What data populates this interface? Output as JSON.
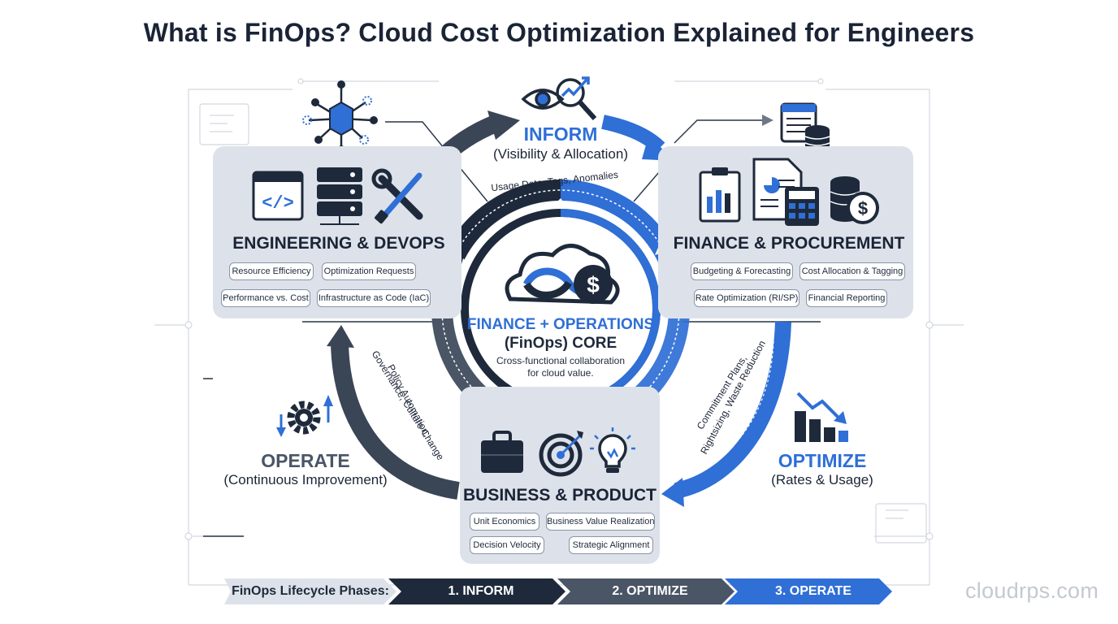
{
  "title": "What is FinOps? Cloud Cost Optimization Explained for Engineers",
  "center": {
    "line1": "FINANCE + OPERATIONS",
    "line2": "(FinOps) CORE",
    "desc1": "Cross-functional collaboration",
    "desc2": "for cloud value."
  },
  "phases": {
    "inform": {
      "title": "INFORM",
      "subtitle": "(Visibility & Allocation)",
      "arc_label": "Usage Data, Tags, Anomalies"
    },
    "optimize": {
      "title": "OPTIMIZE",
      "subtitle": "(Rates & Usage)",
      "arc_label_1": "Commitment Plans,",
      "arc_label_2": "Rightsizing, Waste Reduction"
    },
    "operate": {
      "title": "OPERATE",
      "subtitle": "(Continuous Improvement)",
      "arc_label_1": "Policy Automation,",
      "arc_label_2": "Governance, Culture Change"
    }
  },
  "teams": {
    "engineering": {
      "name": "ENGINEERING & DEVOPS",
      "tags": [
        "Resource Efficiency",
        "Optimization Requests",
        "Performance vs. Cost",
        "Infrastructure as Code (IaC)"
      ]
    },
    "finance": {
      "name": "FINANCE & PROCUREMENT",
      "tags": [
        "Budgeting & Forecasting",
        "Cost Allocation & Tagging",
        "Rate Optimization (RI/SP)",
        "Financial Reporting"
      ]
    },
    "business": {
      "name": "BUSINESS & PRODUCT",
      "tags": [
        "Unit Economics",
        "Business Value Realization",
        "Decision Velocity",
        "Strategic Alignment"
      ]
    }
  },
  "lifecycle": {
    "label": "FinOps Lifecycle Phases:",
    "steps": [
      "1. INFORM",
      "2. OPTIMIZE",
      "3. OPERATE"
    ]
  },
  "watermark": "cloudrps.com",
  "colors": {
    "navy": "#1e2a3b",
    "blue": "#2f6fd6",
    "slate": "#4a5566",
    "panel": "#dde2ea"
  }
}
